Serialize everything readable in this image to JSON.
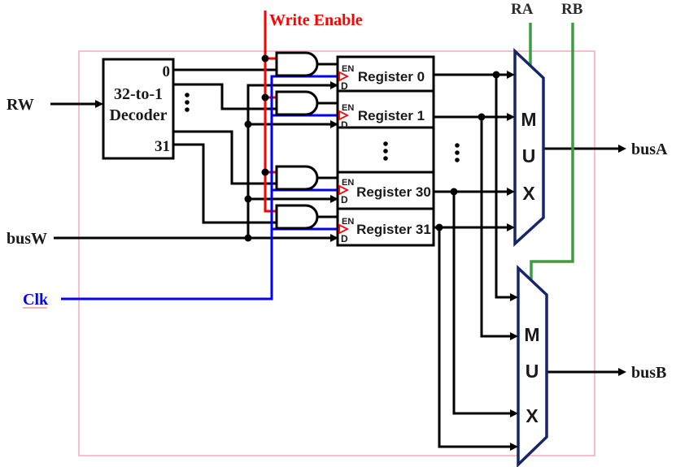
{
  "diagram": {
    "kind": "register-file-circuit",
    "labels": {
      "rw": "RW",
      "busw": "busW",
      "clk": "Clk",
      "write_enable": "Write Enable",
      "ra": "RA",
      "rb": "RB",
      "busa": "busA",
      "busb": "busB"
    },
    "decoder": {
      "name_line1": "32-to-1",
      "name_line2": "Decoder",
      "output_top": "0",
      "output_bottom": "31"
    },
    "registers": [
      {
        "name": "Register 0"
      },
      {
        "name": "Register 1"
      },
      {
        "name": "Register 30"
      },
      {
        "name": "Register 31"
      }
    ],
    "register_ports": {
      "enable": "EN",
      "data": "D"
    },
    "mux_letters": [
      "M",
      "U",
      "X"
    ],
    "colors": {
      "wire": "#000000",
      "write_enable": "#ff0000",
      "clock": "#0000ff",
      "read_select_green": "#3c9e40",
      "mux_outline": "#17256b",
      "frame_pink": "#f5a8b8"
    }
  }
}
